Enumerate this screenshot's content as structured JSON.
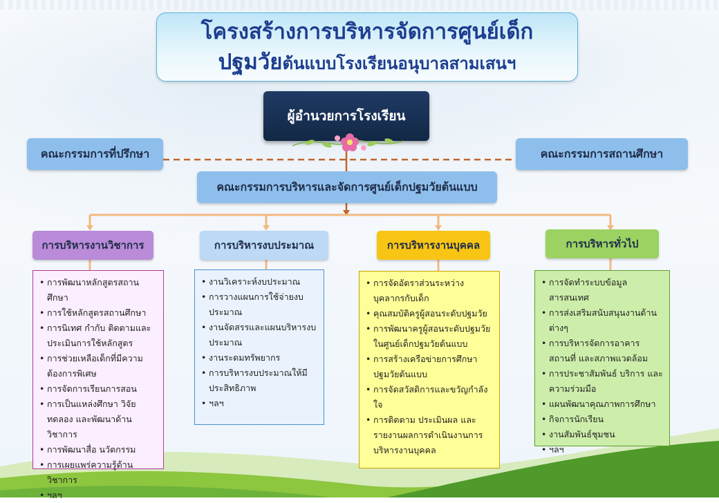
{
  "title": {
    "line1": "โครงสร้างการบริหารจัดการศูนย์เด็ก",
    "line2_big": "ปฐมวัย",
    "line2_small": "ต้นแบบโรงเรียนอนุบาลสามเสนฯ"
  },
  "director": "ผู้อำนวยการโรงเรียน",
  "advisory_committee": "คณะกรรมการที่ปรึกษา",
  "school_board": "คณะกรรมการสถานศึกษา",
  "management_committee": "คณะกรรมการบริหารและจัดการศูนย์เด็กปฐมวัยต้นแบบ",
  "colors": {
    "academic": "#b98bd8",
    "budget": "#bcdaf5",
    "personnel": "#f8c514",
    "general": "#9bd262",
    "connector": "#f4b880",
    "dashed": "#c1662c"
  },
  "departments": [
    {
      "title": "การบริหารงานวิชาการ",
      "items": [
        "การพัฒนาหลักสูตรสถานศึกษา",
        "การใช้หลักสูตรสถานศึกษา",
        "การนิเทศ กำกับ ติดตามและประเมินการใช้หลักสูตร",
        "การช่วยเหลือเด็กที่มีความต้องการพิเศษ",
        "การจัดการเรียนการสอน",
        "การเป็นแหล่งศึกษา วิจัย ทดลอง และพัฒนาด้านวิชาการ",
        "การพัฒนาสื่อ นวัตกรรม",
        "การเผยแพร่ความรู้ด้านวิชาการ",
        "ฯลฯ"
      ]
    },
    {
      "title": "การบริหารงบประมาณ",
      "items": [
        "งานวิเคราะห์งบประมาณ",
        "การวางแผนการใช้จ่ายงบประมาณ",
        "งานจัดสรรและแผนบริหารงบประมาณ",
        "งานระดมทรัพยากร",
        "การบริหารงบประมาณให้มีประสิทธิภาพ",
        "ฯลฯ"
      ]
    },
    {
      "title": "การบริหารงานบุคคล",
      "items": [
        "การจัดอัตราส่วนระหว่างบุคลากรกับเด็ก",
        "คุณสมบัติครูผู้สอนระดับปฐมวัย",
        "การพัฒนาครูผู้สอนระดับปฐมวัยในศูนย์เด็กปฐมวัยต้นแบบ",
        "การสร้างเครือข่ายการศึกษาปฐมวัยต้นแบบ",
        "การจัดสวัสดิการและขวัญกำลังใจ",
        "การติดตาม ประเมินผล และรายงานผลการดำเนินงานการบริหารงานบุคคล"
      ]
    },
    {
      "title": "การบริหารทั่วไป",
      "items": [
        "การจัดทำระบบข้อมูลสารสนเทศ",
        "การส่งเสริมสนับสนุนงานด้านต่างๆ",
        "การบริหารจัดการอาคาร สถานที่ และสภาพแวดล้อม",
        "การประชาสัมพันธ์ บริการ และความร่วมมือ",
        "แผนพัฒนาคุณภาพการศึกษา",
        "กิจการนักเรียน",
        "งานสัมพันธ์ชุมชน",
        "ฯลฯ"
      ]
    }
  ]
}
